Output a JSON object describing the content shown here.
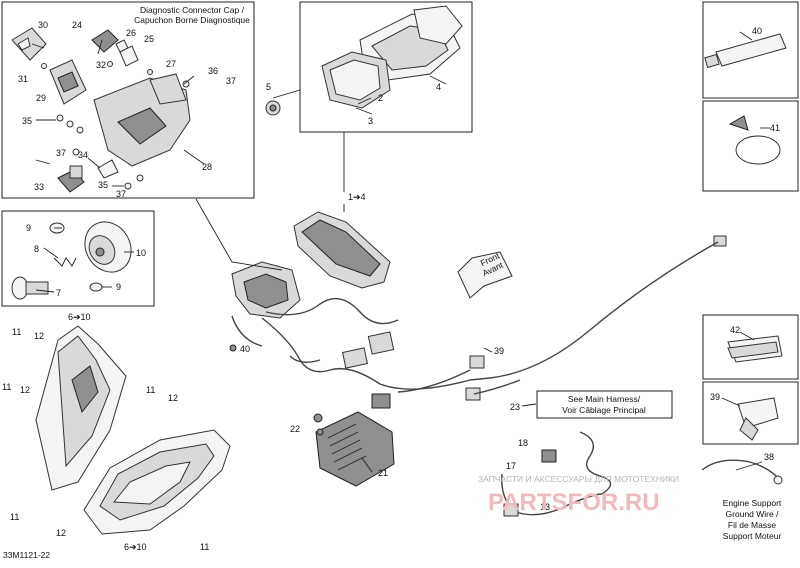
{
  "diagram": {
    "code": "33M1121-22",
    "box_title": "Diagnostic Connector Cap /\nCapuchon Borne Diagnostique",
    "main_harness": "See Main Harness/\nVoir Câblage Principal",
    "ground_wire": "Engine Support\nGround Wire /\nFil de Masse\nSupport Moteur",
    "front_arrow": "Front\nAvant",
    "watermark_top": "ЗАПЧАСТИ И АКСЕССУАРЫ ДЛЯ МОТОТЕХНИКИ",
    "watermark_big": "PARTSFOR.RU"
  },
  "callouts": {
    "c1": "1➔4",
    "c2": "2",
    "c3": "3",
    "c4": "4",
    "c5": "5",
    "c6a": "6➔10",
    "c6b": "6➔10",
    "c7": "7",
    "c8": "8",
    "c9a": "9",
    "c9b": "9",
    "c10": "10",
    "c11a": "11",
    "c11b": "11",
    "c11c": "11",
    "c11d": "11",
    "c11e": "11",
    "c12a": "12",
    "c12b": "12",
    "c12c": "12",
    "c12d": "12",
    "c13": "13",
    "c17": "17",
    "c18": "18",
    "c21": "21",
    "c22": "22",
    "c23": "23",
    "c24": "24",
    "c25": "25",
    "c26": "26",
    "c27": "27",
    "c28": "28",
    "c29": "29",
    "c30": "30",
    "c31": "31",
    "c32": "32",
    "c33": "33",
    "c34": "34",
    "c35a": "35",
    "c35b": "35",
    "c36": "36",
    "c37a": "37",
    "c37b": "37",
    "c37c": "37",
    "c38": "38",
    "c39a": "39",
    "c39b": "39",
    "c40a": "40",
    "c40b": "40",
    "c41": "41",
    "c42": "42"
  }
}
